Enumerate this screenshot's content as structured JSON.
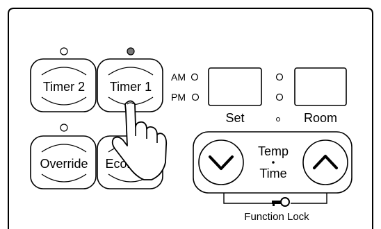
{
  "buttons": {
    "timer2": "Timer 2",
    "timer1": "Timer 1",
    "override": "Override",
    "economy": "Economy"
  },
  "indicators": {
    "am": "AM",
    "pm": "PM"
  },
  "displays": {
    "set": "Set",
    "room": "Room"
  },
  "temp_control": {
    "line1": "Temp",
    "line2": "Time"
  },
  "function_lock": "Function Lock",
  "icons": [
    "hand-pointer-icon",
    "chevron-down-icon",
    "chevron-up-icon",
    "key-icon"
  ],
  "colors": {
    "indicator_active": "#777777",
    "indicator_inactive": "#ffffff"
  }
}
